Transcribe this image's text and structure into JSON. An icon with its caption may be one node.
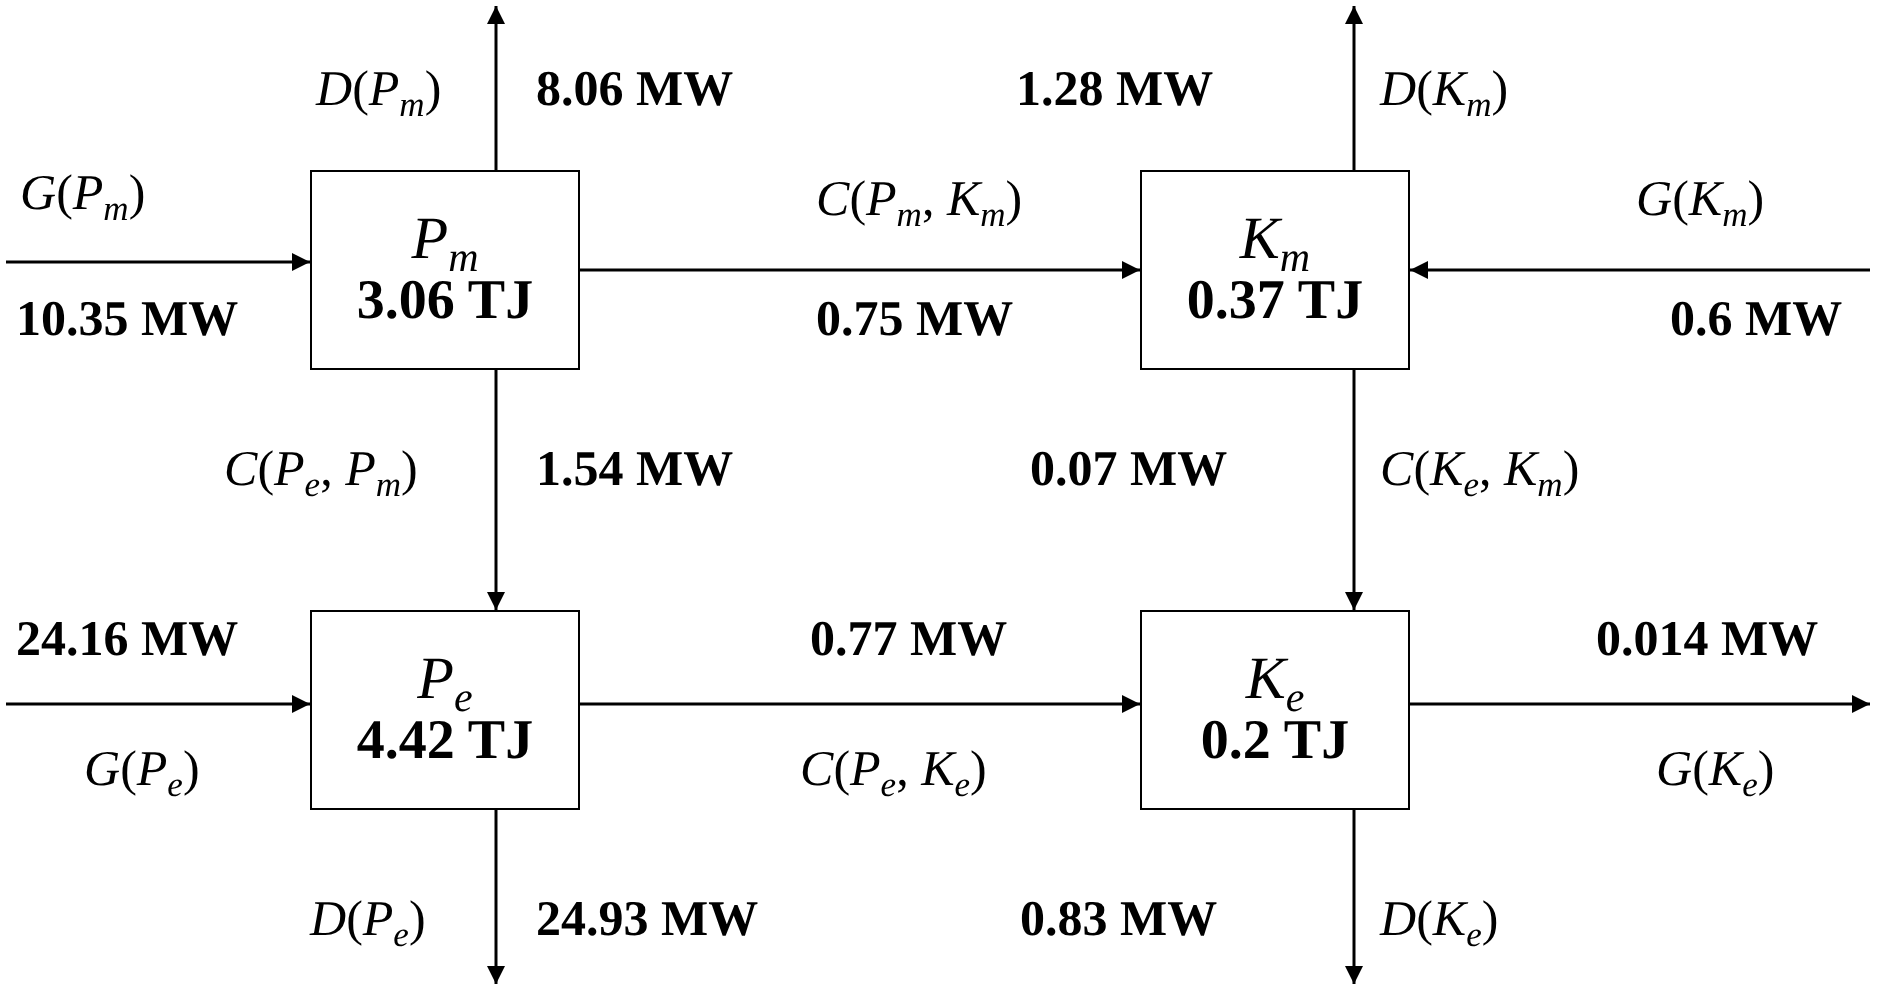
{
  "diagram": {
    "nodes": [
      {
        "text": [
          "P$_{m}$",
          "3.06 TJ"
        ]
      },
      {
        "text": [
          "K$_{m}$",
          "0.37 TJ"
        ]
      },
      {
        "text": [
          "P$_{e}$",
          "4.42 TJ"
        ]
      },
      {
        "text": [
          "K$_{e}$",
          "0.2 TJ"
        ]
      }
    ],
    "edges": [
      {
        "from": null,
        "to": 0,
        "arrow": "to",
        "label": "*G*(*P*$_{m}$)"
      },
      {
        "from": 0,
        "to": null,
        "arrow": "to",
        "label": "*D*(*P*$_{m}$)"
      },
      {
        "from": 0,
        "to": 1,
        "arrow": "to",
        "label": "*C*(*P*$_{m}$, *K*$_{m}$)"
      },
      {
        "from": null,
        "to": 1,
        "arrow": "to",
        "label": "*G*(*K*$_{m}$)"
      },
      {
        "from": 1,
        "to": null,
        "arrow": "to",
        "label": "*D*(*K*$_{m}$)"
      },
      {
        "from": 0,
        "to": 2,
        "arrow": "to",
        "label": "*C*(*P*$_{e}$, *P*$_{m}$)"
      },
      {
        "from": 1,
        "to": 3,
        "arrow": "to",
        "label": "*C*(*K*$_{e}$, *K*$_{m}$)"
      },
      {
        "from": null,
        "to": 2,
        "arrow": "to",
        "label": "*G*(*P*$_{e}$)"
      },
      {
        "from": 2,
        "to": 3,
        "arrow": "to",
        "label": "*C*(*P*$_{e}$, *K*$_{e}$)"
      },
      {
        "from": 3,
        "to": null,
        "arrow": "to",
        "label": "*G*(*K*$_{e}$)"
      },
      {
        "from": 2,
        "to": null,
        "arrow": "to",
        "label": "*D*(*P*$_{e}$)"
      },
      {
        "from": 3,
        "to": null,
        "arrow": "to",
        "label": "*D*(*K*$_{e}$)"
      }
    ],
    "labels": [
      "8.06 MW",
      "1.28 MW",
      "10.35 MW",
      "0.75 MW",
      "0.6 MW",
      "1.54 MW",
      "0.07 MW",
      "24.16 MW",
      "0.77 MW",
      "0.014 MW",
      "24.93 MW",
      "0.83 MW"
    ]
  }
}
